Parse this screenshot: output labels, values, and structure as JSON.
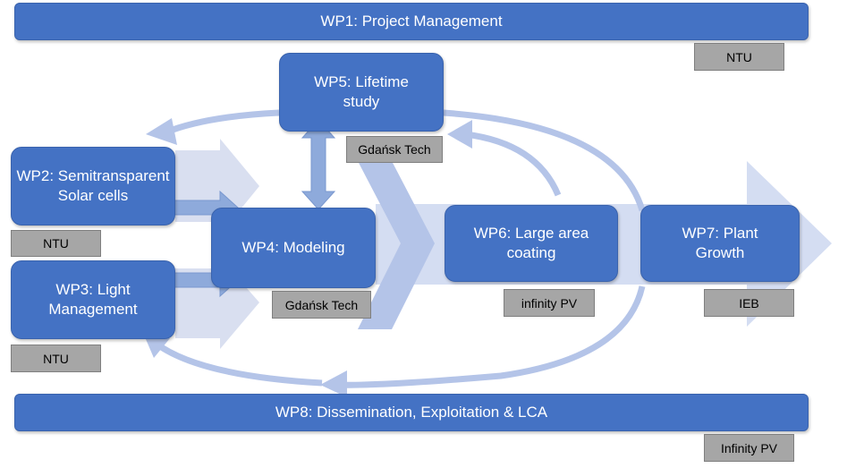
{
  "wp1": {
    "label": "WP1: Project Management",
    "partner": "NTU"
  },
  "wp2": {
    "label": "WP2: Semitransparent Solar cells",
    "partner": "NTU"
  },
  "wp3": {
    "label": "WP3: Light Management",
    "partner": "NTU"
  },
  "wp4": {
    "label": "WP4: Modeling",
    "partner": "Gdańsk Tech"
  },
  "wp5": {
    "label": "WP5: Lifetime study",
    "partner": "Gdańsk Tech"
  },
  "wp6": {
    "label": "WP6: Large area coating",
    "partner": "infinity PV"
  },
  "wp7": {
    "label": "WP7: Plant Growth",
    "partner": "IEB"
  },
  "wp8": {
    "label": "WP8: Dissemination, Exploitation & LCA",
    "partner": "Infinity PV"
  },
  "colors": {
    "box": "#4472C4",
    "arrow_light": "#c7d3ee",
    "arrow_mid": "#a9bce6",
    "arrow_dark": "#8eaadb",
    "tag": "#a6a6a6"
  }
}
